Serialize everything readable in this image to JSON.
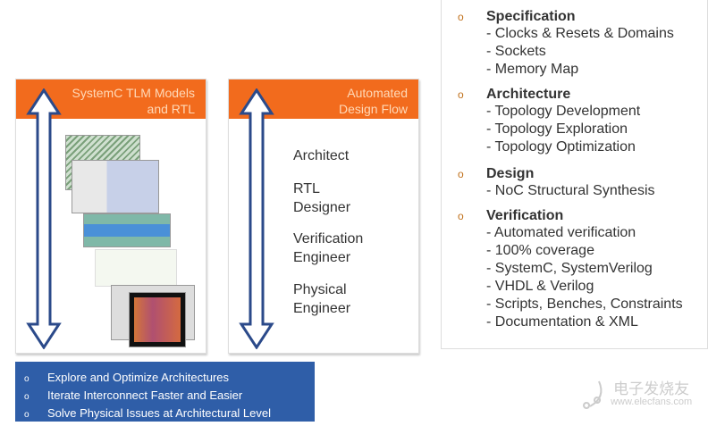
{
  "left_panel": {
    "title_line1": "SystemC TLM Models",
    "title_line2": "and RTL"
  },
  "middle_panel": {
    "title_line1": "Automated",
    "title_line2": "Design Flow",
    "roles": [
      [
        "Architect"
      ],
      [
        "RTL",
        "Designer"
      ],
      [
        "Verification",
        "Engineer"
      ],
      [
        "Physical",
        "Engineer"
      ]
    ]
  },
  "right_panel": {
    "sections": [
      {
        "bullet": "o",
        "title": "Specification",
        "items": [
          "- Clocks & Resets & Domains",
          "- Sockets",
          "- Memory Map"
        ]
      },
      {
        "bullet": "o",
        "title": "Architecture",
        "items": [
          "- Topology Development",
          "- Topology Exploration",
          "- Topology Optimization"
        ]
      },
      {
        "bullet": "o",
        "title": "Design",
        "items": [
          "- NoC Structural Synthesis"
        ]
      },
      {
        "bullet": "o",
        "title": "Verification",
        "items": [
          "- Automated verification",
          "- 100% coverage",
          "- SystemC, SystemVerilog",
          "- VHDL & Verilog",
          "- Scripts, Benches, Constraints",
          "- Documentation & XML"
        ]
      }
    ]
  },
  "bottom_box": {
    "bullet": "o",
    "items": [
      "Explore and Optimize Architectures",
      "Iterate Interconnect Faster and Easier",
      "Solve Physical Issues at Architectural Level"
    ]
  },
  "watermark": {
    "name": "电子发烧友",
    "url": "www.elecfans.com"
  },
  "colors": {
    "orange": "#f26b1d",
    "blue": "#2f5ea8",
    "arrow": "#2b4a8a"
  }
}
